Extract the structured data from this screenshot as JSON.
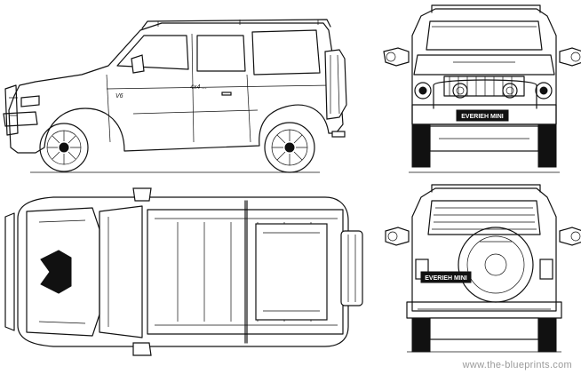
{
  "views": {
    "side": {
      "badge_model": "V6",
      "badge_drive": "4x4 ..."
    },
    "front": {
      "plate": "EVERIEH MINI"
    },
    "rear": {
      "plate": "EVERIEH MINI"
    }
  },
  "watermark": "www.the-blueprints.com"
}
